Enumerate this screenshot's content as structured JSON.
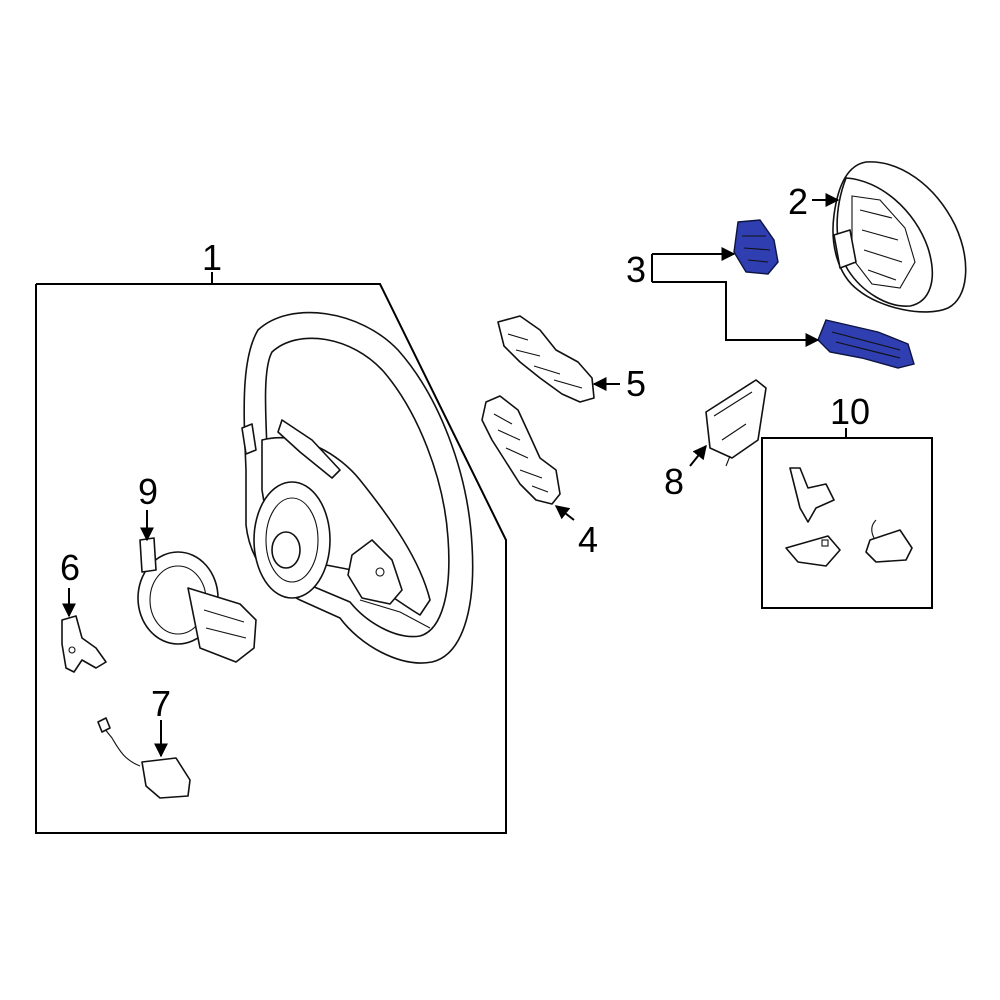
{
  "colors": {
    "highlight": "#2f3eb0",
    "highlight_dark": "#1a237e",
    "line": "#000000",
    "background": "#ffffff"
  },
  "callouts": {
    "c1": "1",
    "c2": "2",
    "c3": "3",
    "c4": "4",
    "c5": "5",
    "c6": "6",
    "c7": "7",
    "c8": "8",
    "c9": "9",
    "c10": "10"
  }
}
